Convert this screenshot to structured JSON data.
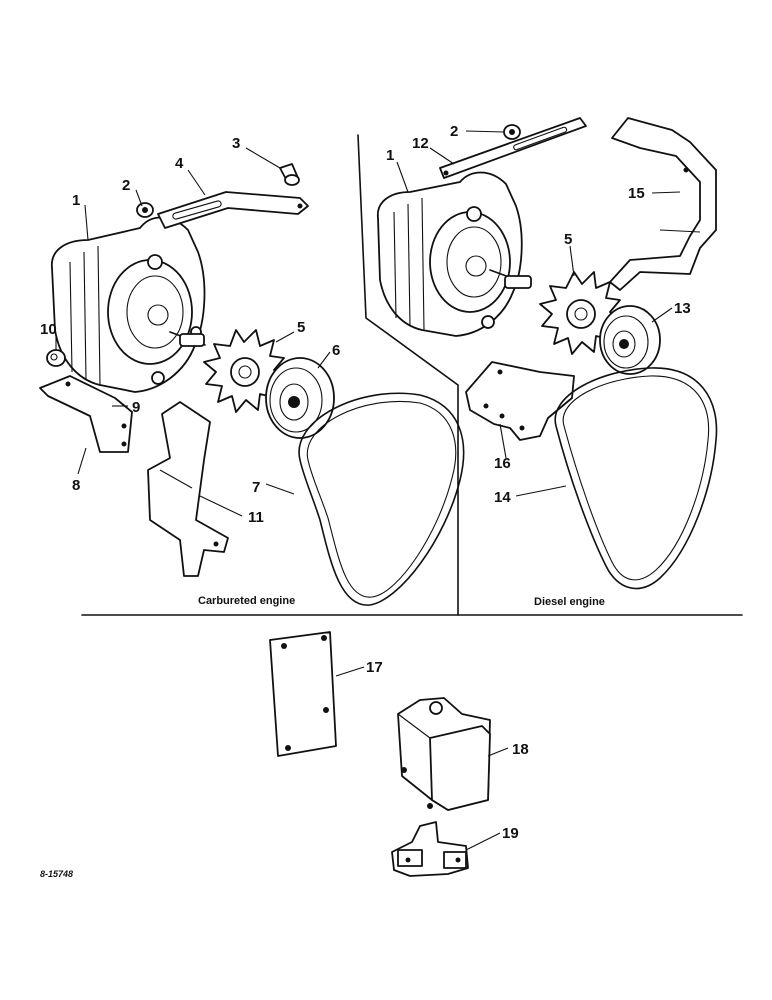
{
  "captions": {
    "carbureted": "Carbureted engine",
    "diesel": "Diesel engine"
  },
  "figure_id": "8-15748",
  "callouts": {
    "c1_left": "1",
    "c2_left": "2",
    "c3": "3",
    "c4": "4",
    "c5_left": "5",
    "c6": "6",
    "c7": "7",
    "c8": "8",
    "c9": "9",
    "c10": "10",
    "c11": "11",
    "c1_right": "1",
    "c2_right": "2",
    "c12": "12",
    "c15": "15",
    "c5_right": "5",
    "c13": "13",
    "c16": "16",
    "c14": "14",
    "c17": "17",
    "c18": "18",
    "c19": "19"
  }
}
